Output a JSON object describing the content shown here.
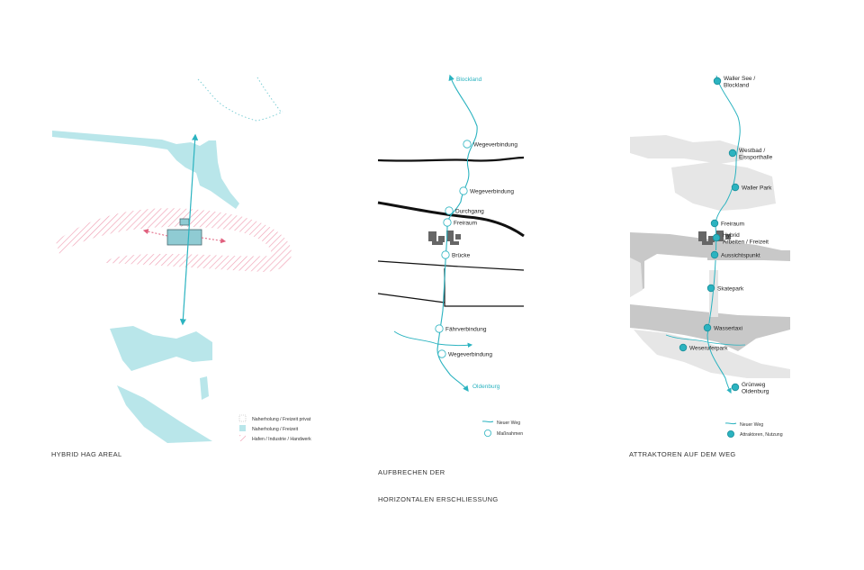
{
  "colors": {
    "teal": "#2bb3c0",
    "light_teal": "#b9e6ea",
    "hatch": "#f0a0b4",
    "pink_arrow": "#e0607e",
    "grey_block": "#e6e6e6",
    "grey_band": "#c8c8c8",
    "dark_grey": "#666666",
    "black": "#111111"
  },
  "panel1": {
    "caption": "HYBRID HAG AREAL",
    "legend": [
      {
        "label": "Naherholung / Freizeit privat",
        "symbol": "dotted-square"
      },
      {
        "label": "Naherholung / Freizeit",
        "symbol": "teal-square"
      },
      {
        "label": "Hafen / Industrie / Handwerk",
        "symbol": "hatched-square"
      }
    ]
  },
  "panel2": {
    "caption_line1": "AUFBRECHEN DER",
    "caption_line2": "HORIZONTALEN ERSCHLIESSUNG",
    "label_top": "Blockland",
    "label_bottom": "Oldenburg",
    "measures": [
      {
        "label": "Wegeverbindung"
      },
      {
        "label": "Wegeverbindung"
      },
      {
        "label": "Durchgang"
      },
      {
        "label": "Freiraum"
      },
      {
        "label": "Brücke"
      },
      {
        "label": "Fährverbindung"
      },
      {
        "label": "Wegeverbindung"
      }
    ],
    "legend": [
      {
        "label": "Neuer Weg",
        "symbol": "teal-line"
      },
      {
        "label": "Maßnahmen",
        "symbol": "circle"
      }
    ]
  },
  "panel3": {
    "caption": "ATTRAKTOREN AUF DEM WEG",
    "attractors": [
      {
        "lines": [
          "Waller See /",
          "Blockland"
        ]
      },
      {
        "lines": [
          "Westbad /",
          "Eissporthalle"
        ]
      },
      {
        "lines": [
          "Waller Park"
        ]
      },
      {
        "lines": [
          "Freiraum"
        ]
      },
      {
        "lines": [
          "Hybrid",
          "Arbeiten / Freizeit"
        ]
      },
      {
        "lines": [
          "Aussichtspunkt"
        ]
      },
      {
        "lines": [
          "Skatepark"
        ]
      },
      {
        "lines": [
          "Wassertaxi"
        ]
      },
      {
        "lines": [
          "Weseruferpark"
        ]
      },
      {
        "lines": [
          "Grünweg",
          "Oldenburg"
        ]
      }
    ],
    "legend": [
      {
        "label": "Neuer Weg",
        "symbol": "teal-line"
      },
      {
        "label": "Attraktoren, Nutzung",
        "symbol": "teal-dot"
      }
    ]
  }
}
